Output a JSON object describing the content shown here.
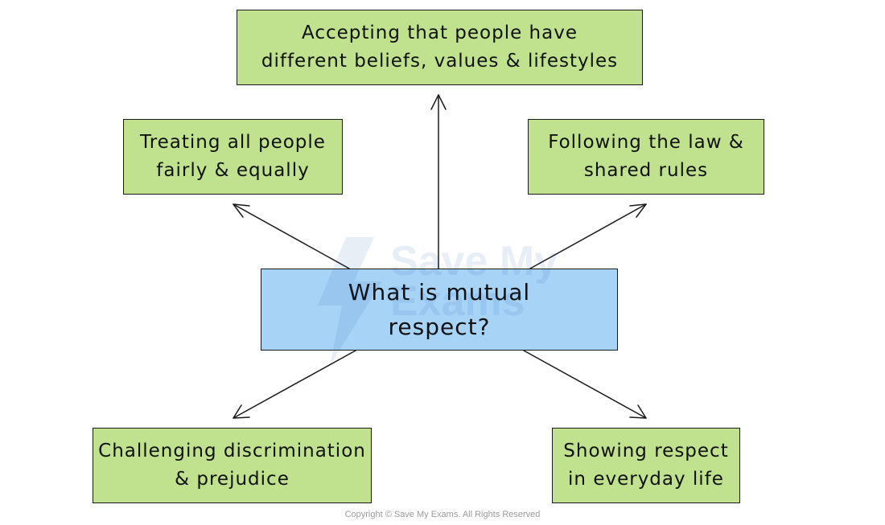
{
  "center": {
    "text": "What is mutual\nrespect?"
  },
  "nodes": {
    "top": "Accepting that people have\ndifferent beliefs, values & lifestyles",
    "left": "Treating all people\nfairly & equally",
    "right": "Following the law &\nshared rules",
    "bottom_left": "Challenging discrimination\n& prejudice",
    "bottom_right": "Showing respect\nin everyday life"
  },
  "watermark": "Save My\nExams",
  "copyright": "Copyright © Save My Exams. All Rights Reserved",
  "colors": {
    "leaf_fill": "#c0e28e",
    "center_fill": "#a7d3f7",
    "stroke": "#1a1a1a"
  }
}
